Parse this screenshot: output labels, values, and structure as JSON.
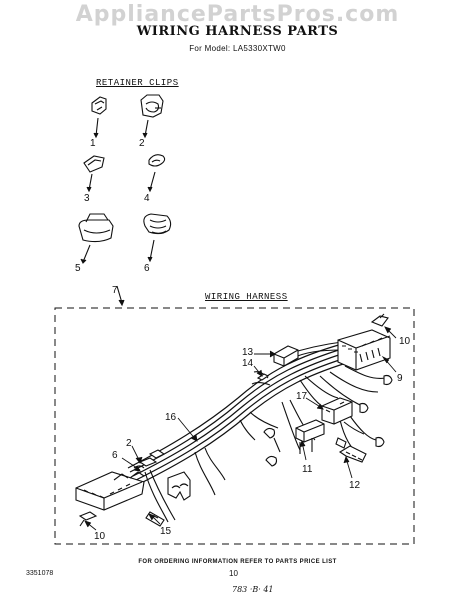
{
  "watermark": "AppliancePartsPros.com",
  "title": "WIRING HARNESS PARTS",
  "model": "For Model: LA5330XTW0",
  "sections": {
    "retainer_clips": "RETAINER CLIPS",
    "wiring_harness": "WIRING HARNESS"
  },
  "callouts": {
    "c1": "1",
    "c2": "2",
    "c3": "3",
    "c4": "4",
    "c5": "5",
    "c6": "6",
    "c7": "7",
    "c10a": "10",
    "c9": "9",
    "c13": "13",
    "c14": "14",
    "c17": "17",
    "c16": "16",
    "c2b": "2",
    "c6b": "6",
    "c11": "11",
    "c12": "12",
    "c15": "15",
    "c10b": "10"
  },
  "footer": {
    "ordering_note": "FOR ORDERING INFORMATION REFER TO PARTS PRICE LIST",
    "part_number": "3351078",
    "page_number": "10",
    "handwritten_code": "783 ·B· 41"
  }
}
